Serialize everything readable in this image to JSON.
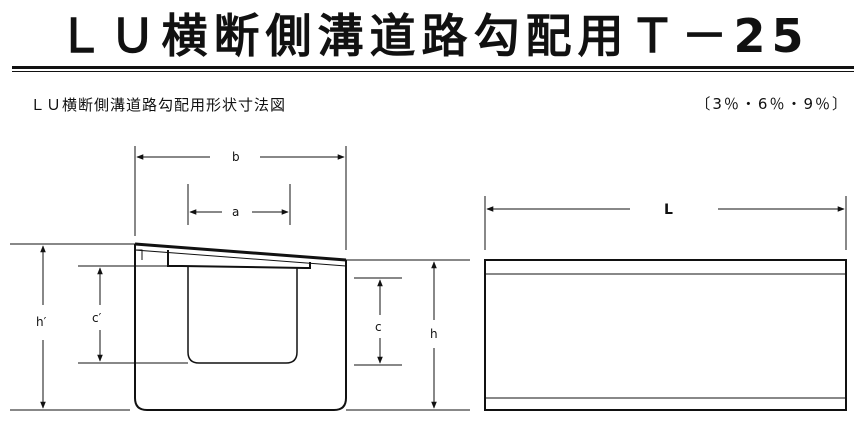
{
  "header": {
    "title": "ＬＵ横断側溝道路勾配用Ｔ－25",
    "subtitle": "ＬＵ横断側溝道路勾配用形状寸法図",
    "slopes": "〔3％・6％・9％〕"
  },
  "dimensions": {
    "b": "b",
    "a": "a",
    "h_prime": "h′",
    "c_prime": "c′",
    "c": "c",
    "h": "h",
    "L": "L"
  }
}
